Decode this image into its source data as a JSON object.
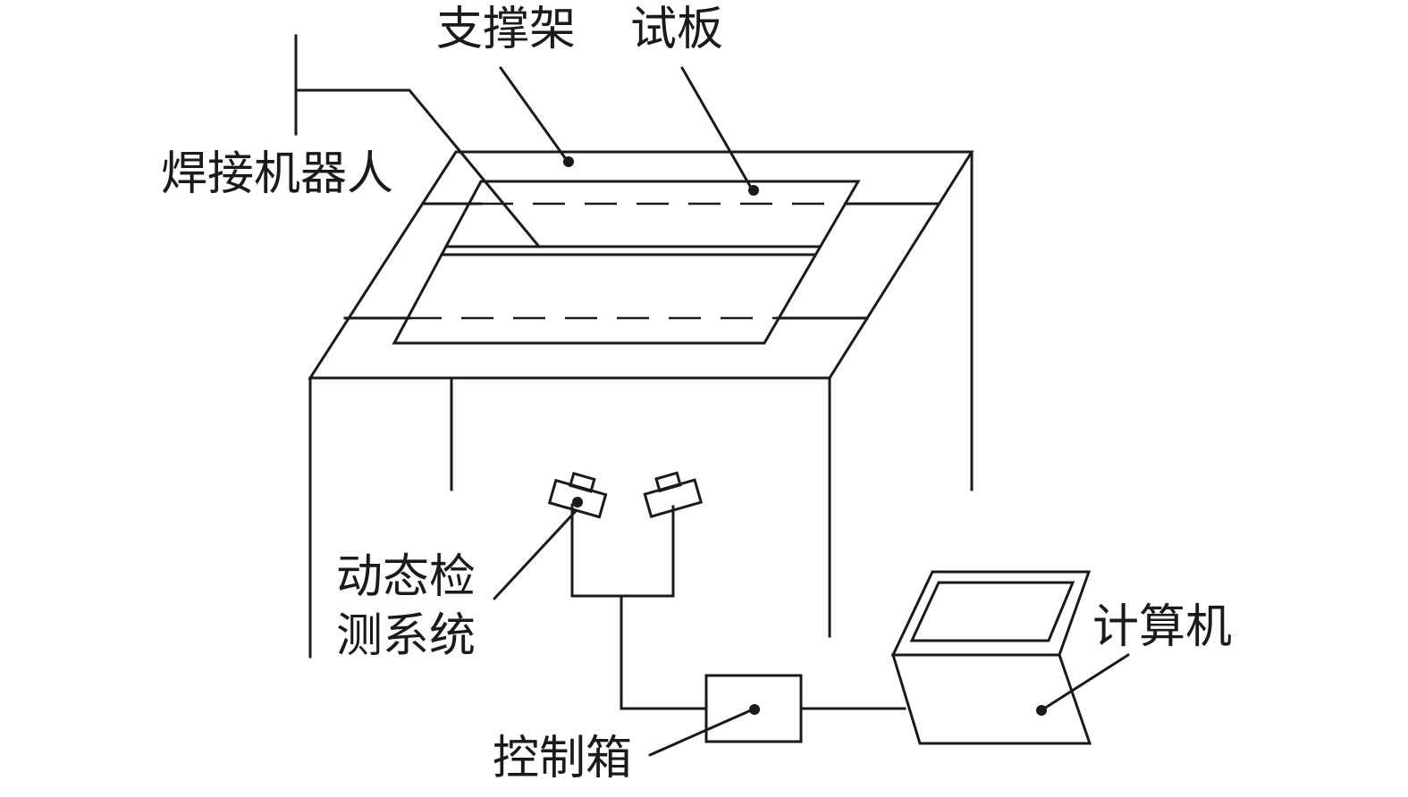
{
  "diagram": {
    "labels": {
      "support_frame": "支撑架",
      "test_plate": "试板",
      "welding_robot": "焊接机器人",
      "dynamic_detection_line1": "动态检",
      "dynamic_detection_line2": "测系统",
      "computer": "计算机",
      "control_box": "控制箱"
    }
  }
}
